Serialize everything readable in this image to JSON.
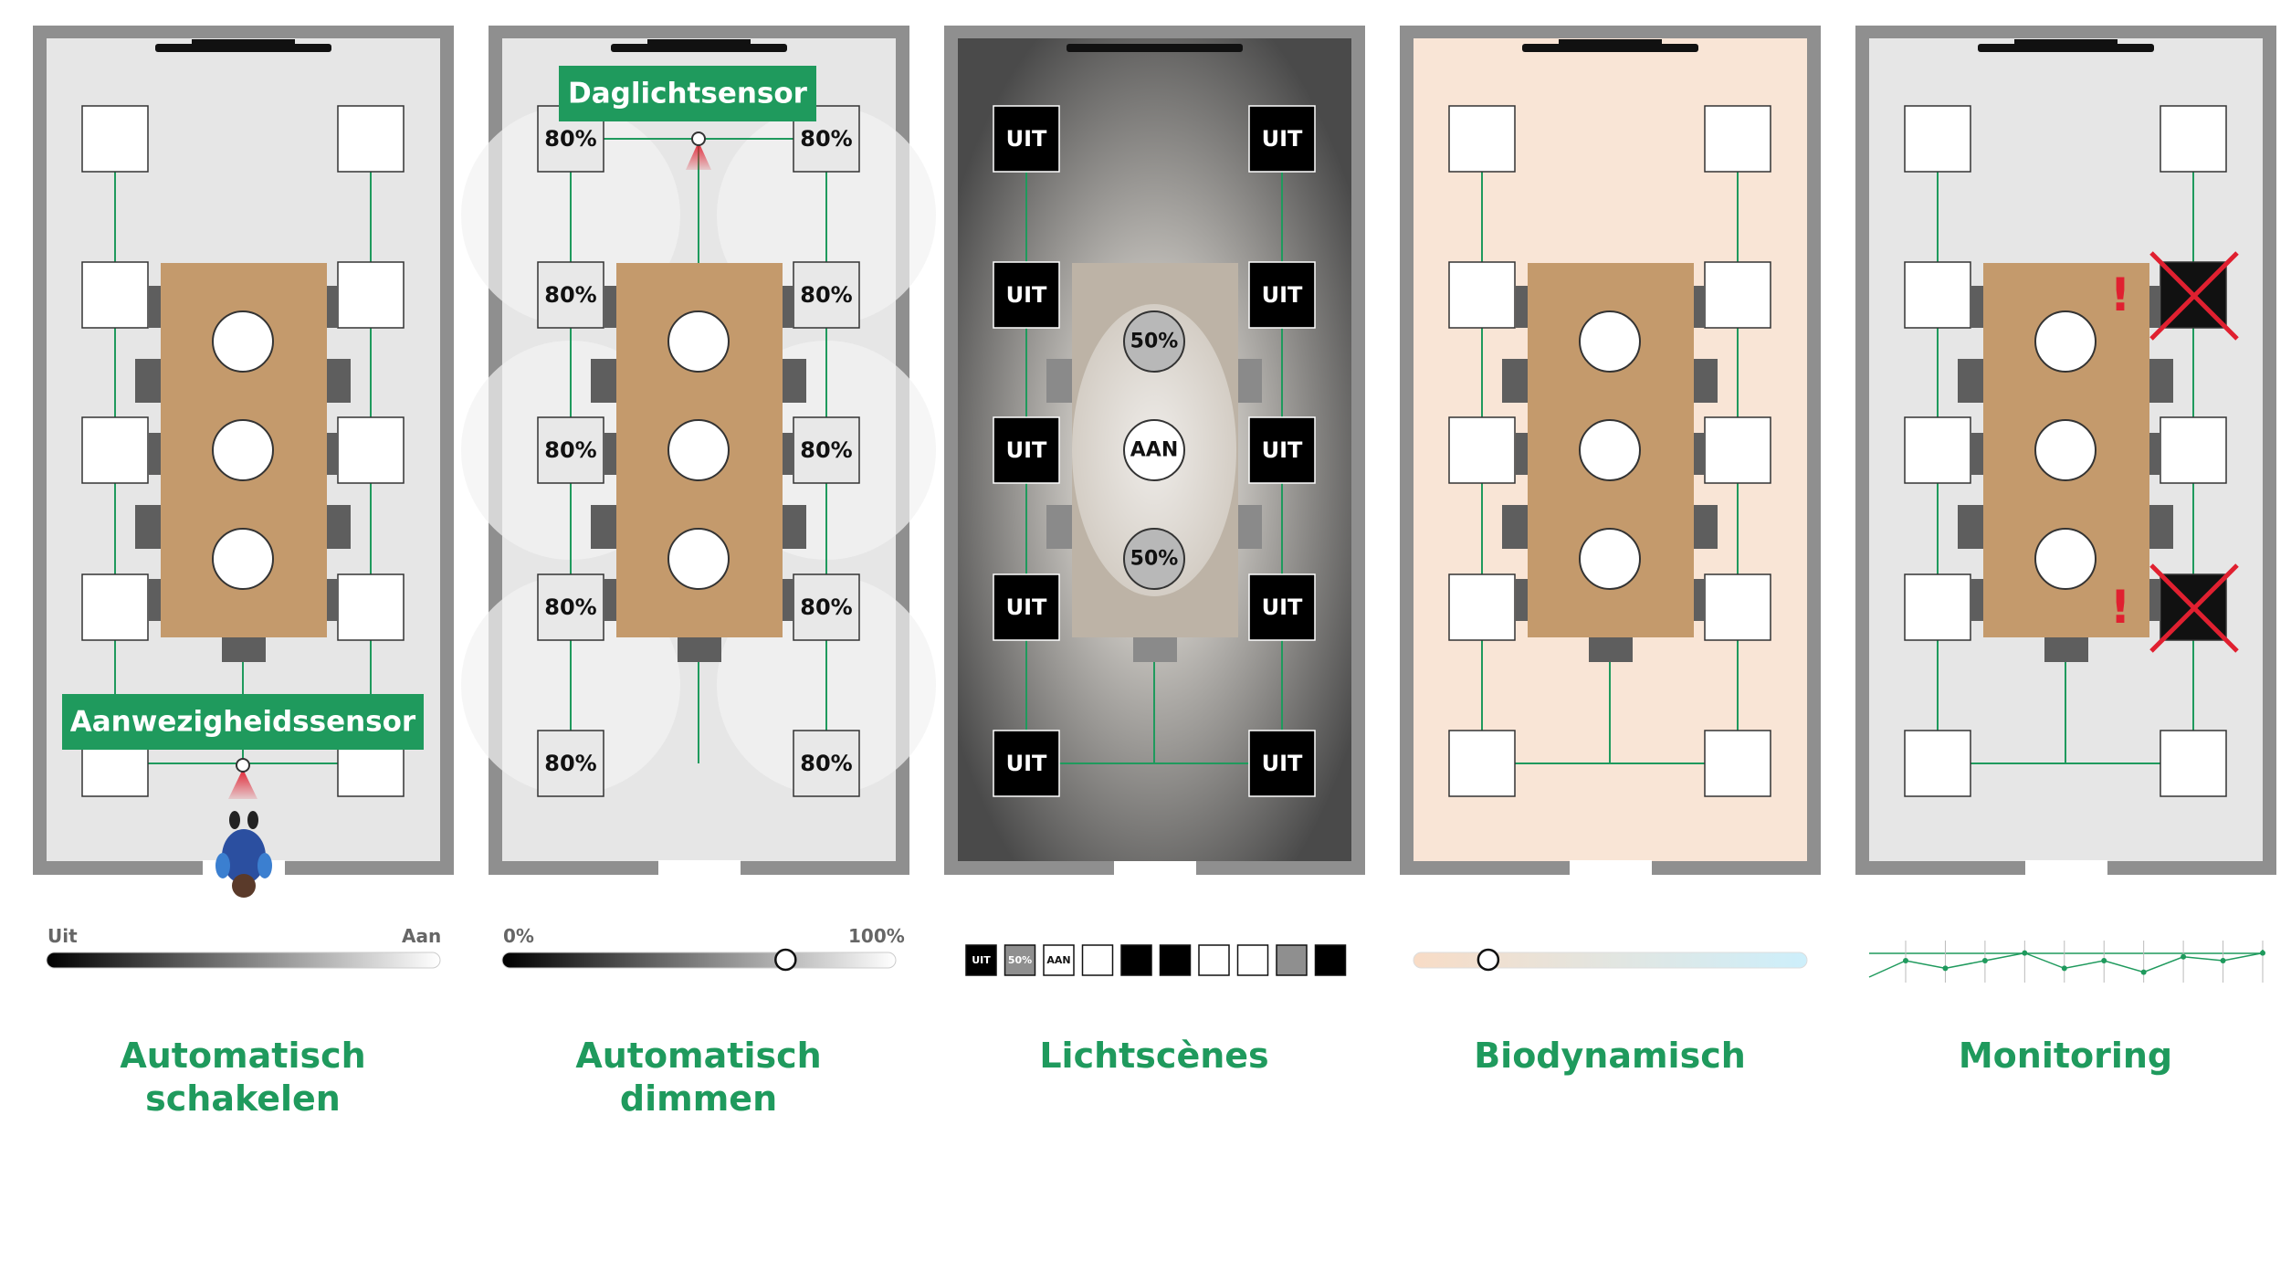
{
  "colors": {
    "accent": "#1f9a5d",
    "wall": "#8f8f8f",
    "floor": "#e6e6e6",
    "table": "#c49a6c",
    "chair": "#5e5e5e",
    "sensor_cone": "#e02030",
    "warning": "#e02030",
    "scene_bg_center": "#e9e2d8",
    "scene_bg_edge": "#4a4a4a",
    "biodynamic_floor": "#f9e5d6"
  },
  "panels": [
    {
      "id": "automatisch-schakelen",
      "title_lines": [
        "Automatisch",
        "schakelen"
      ],
      "sensor_label": "Aanwezigheidssensor",
      "scale": {
        "left": "Uit",
        "right": "Aan"
      },
      "fixture_labels": []
    },
    {
      "id": "automatisch-dimmen",
      "title_lines": [
        "Automatisch",
        "dimmen"
      ],
      "sensor_label": "Daglichtsensor",
      "scale": {
        "left": "0%",
        "right": "100%",
        "knob_level": 0.72
      },
      "fixture_label": "80%"
    },
    {
      "id": "lichtscenes",
      "title_lines": [
        "Lichtscènes"
      ],
      "fixture_label": "UIT",
      "center_labels": [
        "50%",
        "AAN",
        "50%"
      ],
      "swatches": [
        "UIT",
        "50%",
        "AAN",
        "",
        "",
        "",
        "",
        "",
        "",
        ""
      ]
    },
    {
      "id": "biodynamisch",
      "title_lines": [
        "Biodynamisch"
      ],
      "scale": {
        "knob_level": 0.19
      }
    },
    {
      "id": "monitoring",
      "title_lines": [
        "Monitoring"
      ],
      "warning_mark": "!",
      "trend_values": [
        0.5,
        0.3,
        0.5,
        0.7,
        0.3,
        0.5,
        0.2,
        0.6,
        0.5,
        0.7
      ]
    }
  ]
}
